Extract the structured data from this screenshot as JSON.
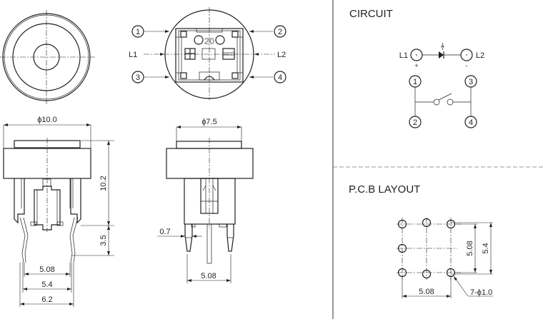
{
  "top_view": {
    "callouts": [
      "1",
      "2",
      "3",
      "4"
    ],
    "lead_labels": [
      "L1",
      "L2"
    ],
    "marking": "20"
  },
  "front_view": {
    "dim_diameter": "ϕ10.0",
    "dim_height": "10.2",
    "dim_pin_length": "3.5",
    "dim_pitch": "5.08",
    "dim_pin_span": "5.4",
    "dim_body_width": "6.2"
  },
  "side_view": {
    "dim_diameter": "ϕ7.5",
    "dim_pin_width": "0.7",
    "dim_pitch": "5.08"
  },
  "circuit": {
    "title": "CIRCUIT",
    "l1": "L1",
    "l2": "L2",
    "plus": "+",
    "minus": "-",
    "pins": [
      "1",
      "2",
      "3",
      "4"
    ]
  },
  "pcb": {
    "title": "P.C.B LAYOUT",
    "dim_vertical_pitch": "5.08",
    "dim_vertical_span": "5.4",
    "dim_horizontal_pitch": "5.08",
    "hole_note": "7-ϕ1.0"
  }
}
